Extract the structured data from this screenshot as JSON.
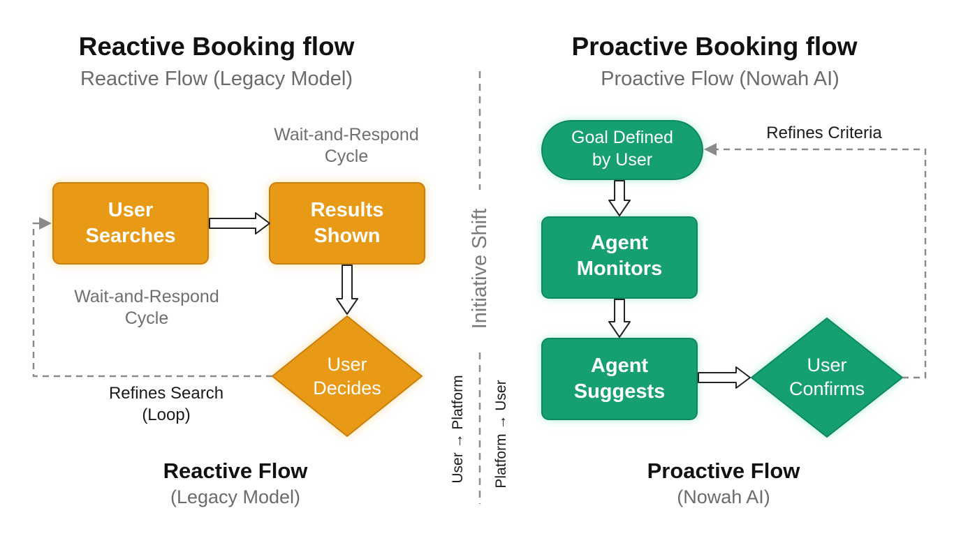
{
  "left": {
    "title": "Reactive Booking flow",
    "subtitle": "Reactive Flow (Legacy Model)",
    "cycle_note_top": [
      "Wait-and-Respond",
      "Cycle"
    ],
    "cycle_note_left": [
      "Wait-and-Respond",
      "Cycle"
    ],
    "nodes": {
      "user_searches": [
        "User",
        "Searches"
      ],
      "results_shown": [
        "Results",
        "Shown"
      ],
      "user_decides": [
        "User",
        "Decides"
      ]
    },
    "loop_label": [
      "Refines Search",
      "(Loop)"
    ],
    "footer_title": "Reactive Flow",
    "footer_subtitle": "(Legacy Model)"
  },
  "right": {
    "title": "Proactive Booking flow",
    "subtitle": "Proactive Flow (Nowah AI)",
    "nodes": {
      "goal_defined": [
        "Goal Defined",
        "by User"
      ],
      "agent_monitors": [
        "Agent",
        "Monitors"
      ],
      "agent_suggests": [
        "Agent",
        "Suggests"
      ],
      "user_confirms": [
        "User",
        "Confirms"
      ]
    },
    "loop_label": "Refines Criteria",
    "footer_title": "Proactive Flow",
    "footer_subtitle": "(Nowah AI)"
  },
  "divider": {
    "label": "Initiative Shift",
    "direction_left": "User → Platform",
    "direction_right": "Platform → User"
  },
  "colors": {
    "reactive_fill": "#E89A12",
    "reactive_stroke": "#C97F08",
    "proactive_fill": "#16A070",
    "proactive_stroke": "#0D8A5D",
    "dashed_line": "#8a8a8a"
  }
}
